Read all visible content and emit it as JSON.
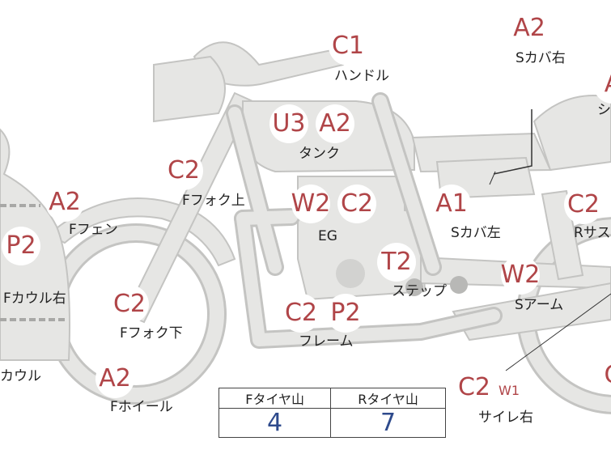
{
  "parts": [
    {
      "key": "handle",
      "label": "ハンドル",
      "codes": [
        "C1"
      ]
    },
    {
      "key": "s-cover-right",
      "label": "Sカバ右",
      "codes": [
        "A2"
      ]
    },
    {
      "key": "seat",
      "label": "シ",
      "codes": [
        "A"
      ]
    },
    {
      "key": "tank",
      "label": "タンク",
      "codes": [
        "U3",
        "A2"
      ]
    },
    {
      "key": "f-fork-upper",
      "label": "Fフォク上",
      "codes": [
        "C2"
      ]
    },
    {
      "key": "f-fender",
      "label": "Fフェン",
      "codes": [
        "A2"
      ]
    },
    {
      "key": "engine",
      "label": "EG",
      "codes": [
        "W2",
        "C2"
      ]
    },
    {
      "key": "s-cover-left",
      "label": "Sカバ左",
      "codes": [
        "A1"
      ]
    },
    {
      "key": "r-suspension",
      "label": "Rサス",
      "codes": [
        "C2"
      ]
    },
    {
      "key": "f-cowl-right",
      "label": "Fカウル右",
      "codes": [
        "P2"
      ]
    },
    {
      "key": "step",
      "label": "ステップ",
      "codes": [
        "T2"
      ]
    },
    {
      "key": "s-arm",
      "label": "Sアーム",
      "codes": [
        "W2"
      ]
    },
    {
      "key": "f-fork-lower",
      "label": "Fフォク下",
      "codes": [
        "C2"
      ]
    },
    {
      "key": "frame",
      "label": "フレーム",
      "codes": [
        "C2",
        "P2"
      ]
    },
    {
      "key": "cowl",
      "label": "カウル",
      "codes": []
    },
    {
      "key": "f-wheel",
      "label": "Fホイール",
      "codes": [
        "A2"
      ]
    },
    {
      "key": "silencer-right",
      "label": "サイレ右",
      "codes": [
        "C2",
        "W1"
      ]
    },
    {
      "key": "r-wheel",
      "label": "",
      "codes": [
        "C"
      ]
    }
  ],
  "tire_table": {
    "headers": [
      "Fタイヤ山",
      "Rタイヤ山"
    ],
    "values": [
      "4",
      "7"
    ]
  },
  "colors": {
    "code_text": "#b04548",
    "label_text": "#222222",
    "bike_fill": "#e6e6e4",
    "bike_stroke": "#c4c4c2",
    "table_value": "#2e4a8c"
  }
}
